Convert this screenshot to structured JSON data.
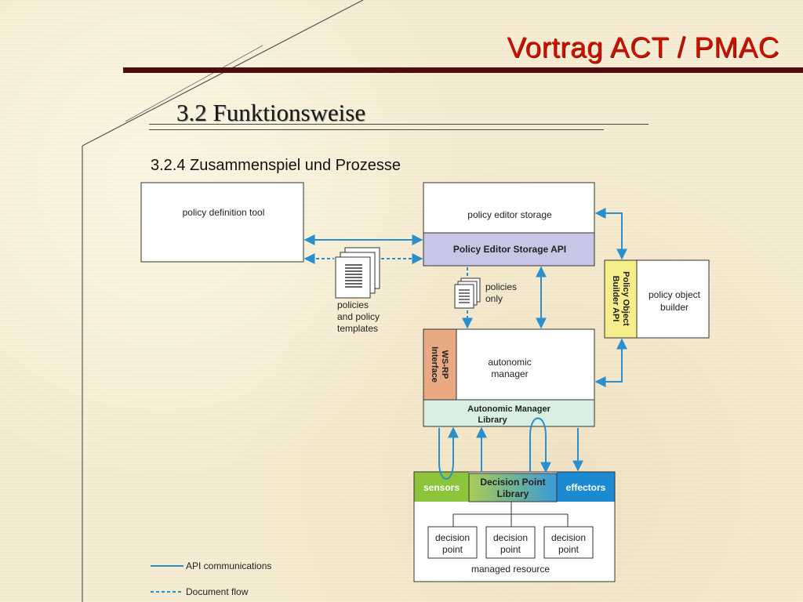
{
  "slide": {
    "title": "Vortrag ACT / PMAC",
    "section": "3.2 Funktionsweise",
    "subheading": "3.2.4 Zusammenspiel und Prozesse"
  },
  "diagram": {
    "policy_definition_tool": "policy definition tool",
    "policy_editor_storage": "policy editor storage",
    "policy_editor_storage_api": "Policy Editor Storage API",
    "policy_object_builder_api_line1": "Policy Object",
    "policy_object_builder_api_line2": "Builder API",
    "policy_object_builder_line1": "policy object",
    "policy_object_builder_line2": "builder",
    "docs_label_line1": "policies",
    "docs_label_line2": "and policy",
    "docs_label_line3": "templates",
    "policies_only_line1": "policies",
    "policies_only_line2": "only",
    "wsrp_line1": "WS-RP",
    "wsrp_line2": "Interface",
    "autonomic_manager_line1": "autonomic",
    "autonomic_manager_line2": "manager",
    "am_library_line1": "Autonomic Manager",
    "am_library_line2": "Library",
    "sensors": "sensors",
    "dp_library_line1": "Decision Point",
    "dp_library_line2": "Library",
    "effectors": "effectors",
    "decision_point_line1": "decision",
    "decision_point_line2": "point",
    "managed_resource": "managed resource"
  },
  "legend": {
    "api": "API communications",
    "doc": "Document flow"
  },
  "colors": {
    "title_red": "#cc1100",
    "rule_dark": "#4e0c0c",
    "arrow_blue": "#2a8fcf",
    "api_purple": "#c8c6e6",
    "builder_yellow": "#f5ee8a",
    "wsrp_orange": "#e9a982",
    "library_green": "#d9efe3",
    "sensors_green": "#8cc43c",
    "effectors_blue": "#1c8ad0"
  }
}
